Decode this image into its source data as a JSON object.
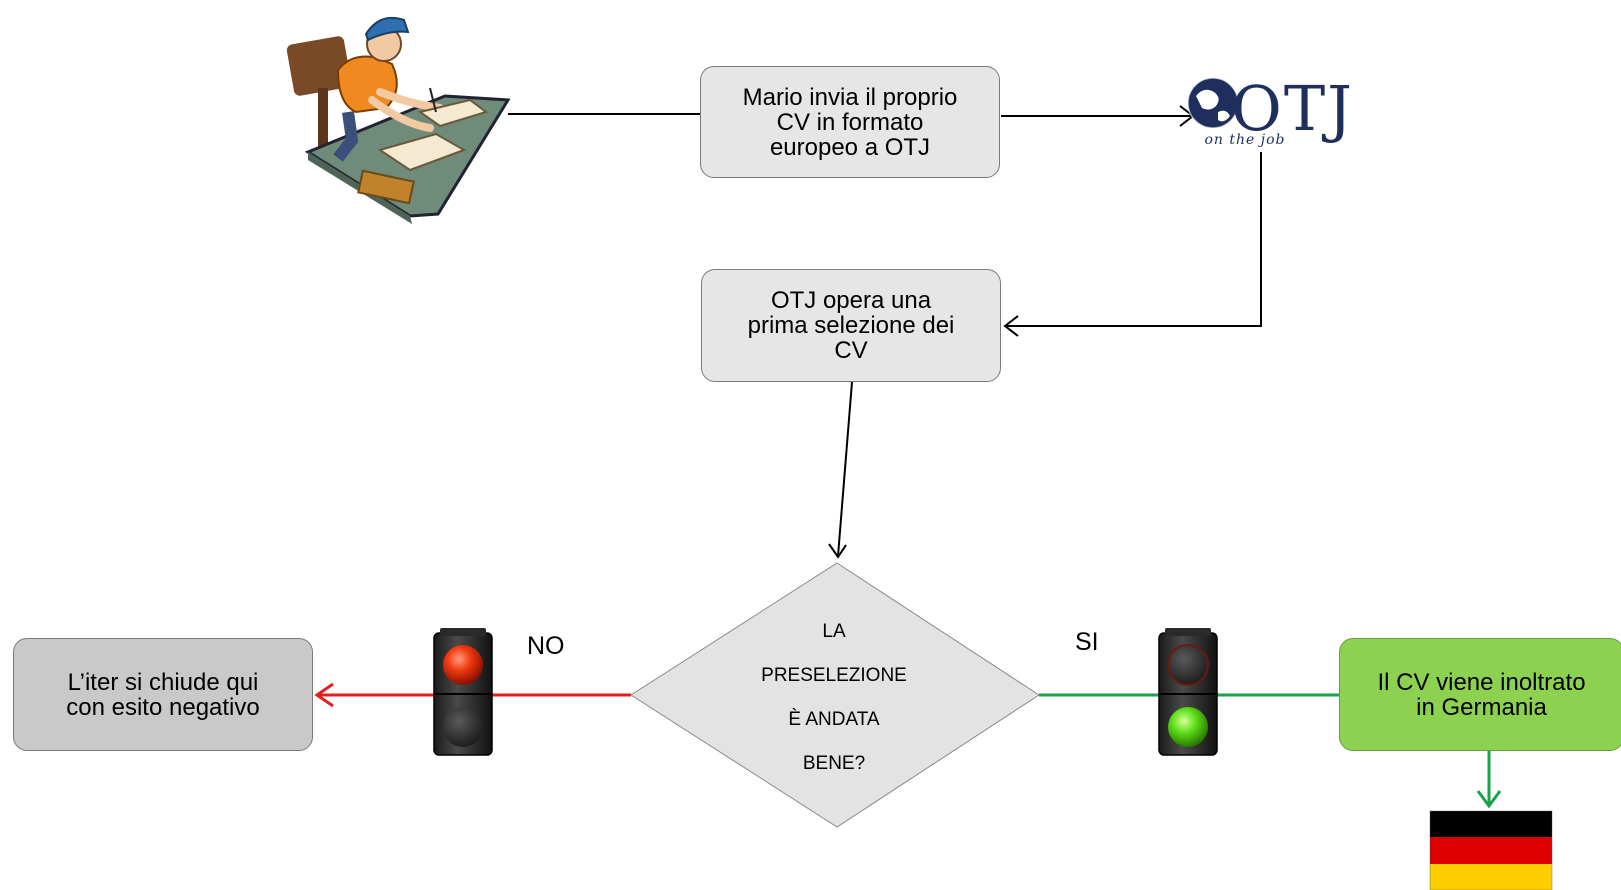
{
  "nodes": {
    "send_cv": {
      "lines": [
        "Mario invia il proprio",
        "CV in formato",
        "europeo a OTJ"
      ]
    },
    "preselect": {
      "lines": [
        "OTJ opera una",
        "prima selezione dei",
        "CV"
      ]
    },
    "decision": {
      "lines": [
        "LA",
        "PRESELEZIONE",
        "È ANDATA",
        "BENE?"
      ]
    },
    "negative": {
      "lines": [
        "L’iter si chiude qui",
        "con esito negativo"
      ]
    },
    "positive": {
      "lines": [
        "Il CV viene inoltrato",
        "in Germania"
      ]
    }
  },
  "branches": {
    "no_label": "NO",
    "yes_label": "SI"
  },
  "logo": {
    "letters": "OTJ",
    "tagline": "on the job"
  },
  "colors": {
    "no_branch": "#e02020",
    "yes_branch": "#1aa34a",
    "positive_fill": "#8dd150",
    "neutral_fill": "#e6e6e6",
    "negative_fill": "#c9c9c9",
    "logo_navy": "#1e2f5e",
    "flag": [
      "#000000",
      "#dd0000",
      "#ffce00"
    ]
  },
  "icons": {
    "student": "student-at-desk-icon",
    "red_light": "traffic-light-red-icon",
    "green_light": "traffic-light-green-icon",
    "flag": "germany-flag-icon",
    "globe": "globe-icon"
  }
}
